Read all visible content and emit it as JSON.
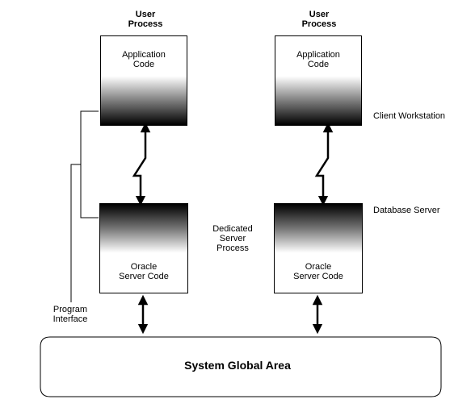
{
  "client_left": {
    "header": "User\nProcess",
    "app_label": "Application\nCode"
  },
  "client_right": {
    "header": "User\nProcess",
    "app_label": "Application\nCode"
  },
  "server_left": {
    "label": "Oracle\nServer Code"
  },
  "server_right": {
    "label": "Oracle\nServer Code"
  },
  "dedicated_label": "Dedicated\nServer\nProcess",
  "client_workstation_label": "Client Workstation",
  "database_server_label": "Database Server",
  "program_interface_label": "Program\nInterface",
  "sga_label": "System Global Area"
}
